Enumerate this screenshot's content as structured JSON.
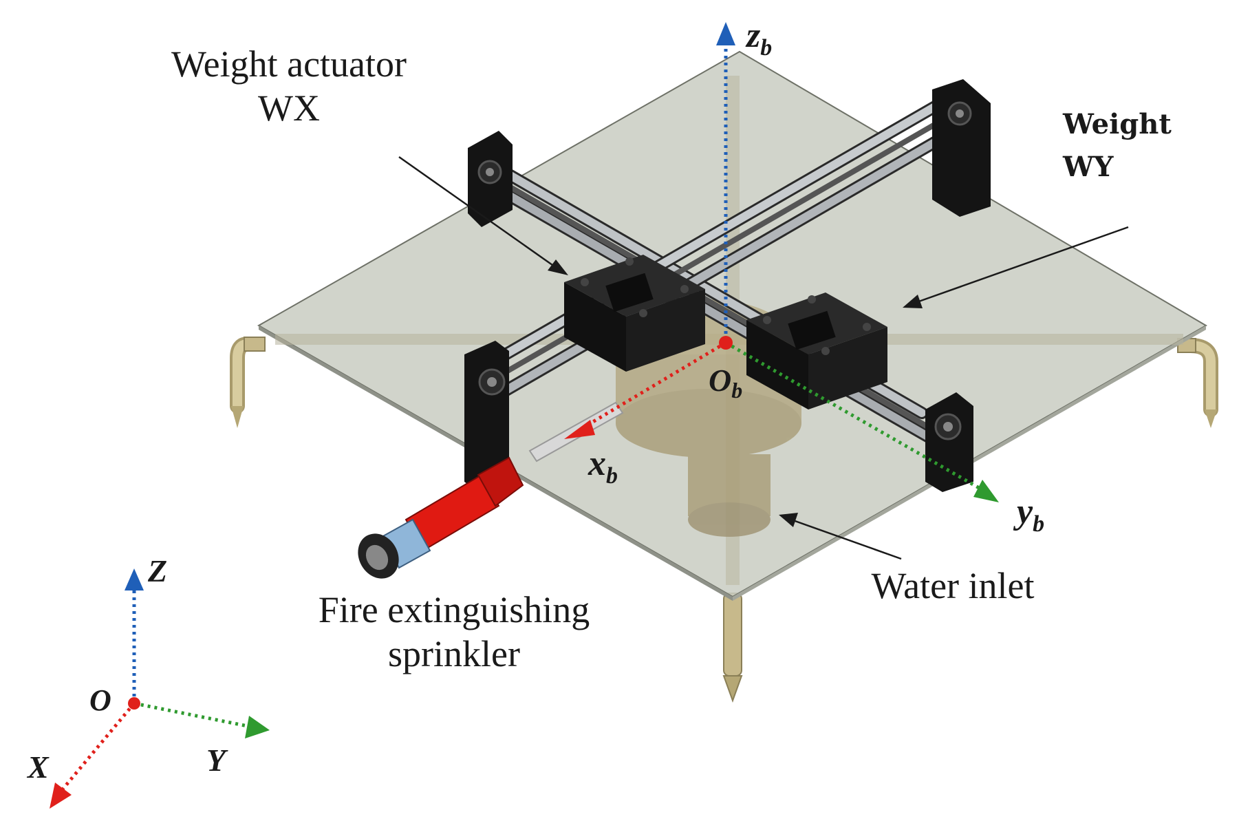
{
  "labels": {
    "weight_actuator": [
      "Weight actuator",
      "WX"
    ],
    "weight_wy": [
      "Weight",
      "WY"
    ],
    "water_inlet": "Water inlet",
    "sprinkler": [
      "Fire extinguishing",
      "sprinkler"
    ]
  },
  "body_axes": {
    "origin": "O",
    "origin_sub": "b",
    "x": "x",
    "x_sub": "b",
    "y": "y",
    "y_sub": "b",
    "z": "z",
    "z_sub": "b"
  },
  "world_axes": {
    "origin": "O",
    "x": "X",
    "y": "Y",
    "z": "Z"
  },
  "colors": {
    "x_axis": "#e0201b",
    "y_axis": "#2f9a2f",
    "z_axis": "#1f5fb8",
    "origin": "#e0201b",
    "plate": "#c9ccc2",
    "frame": "#141414",
    "rod": "#bfc3c6",
    "legs": "#c7b98b",
    "nozzle_body": "#e01a12",
    "nozzle_tip": "#8fb6d9"
  }
}
